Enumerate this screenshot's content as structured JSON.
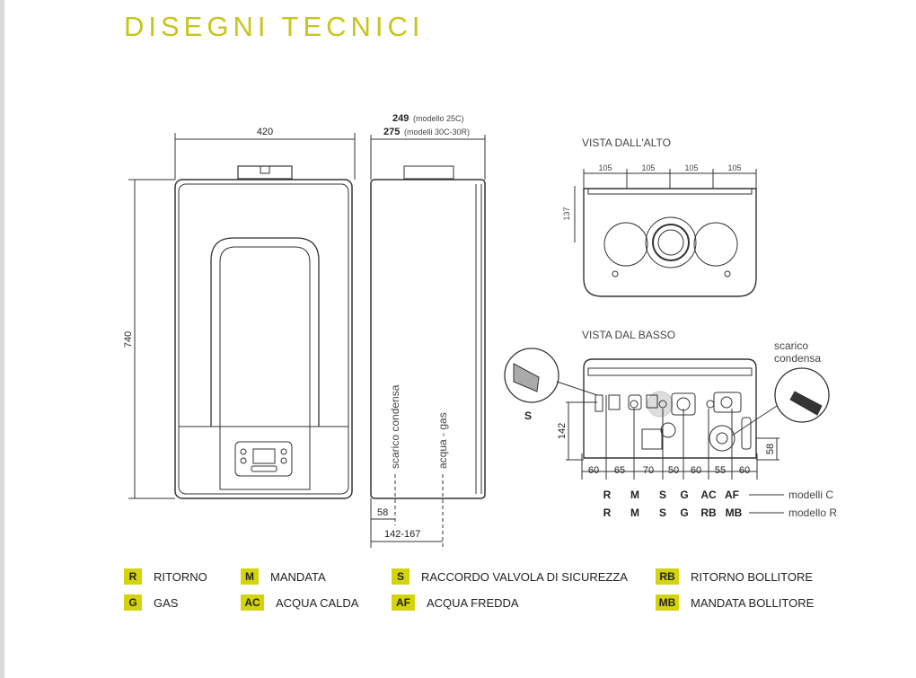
{
  "title": "DISEGNI TECNICI",
  "front_view": {
    "width": "420",
    "height": "740"
  },
  "side_view": {
    "width_25c": "249",
    "width_25c_note": "(modello 25C)",
    "width_30": "275",
    "width_30_note": "(modelli 30C-30R)",
    "label_condensa": "scarico condensa",
    "label_acqua_gas": "acqua - gas",
    "dim_58": "58",
    "dim_142_167": "142-167"
  },
  "top_view": {
    "title": "VISTA DALL'ALTO",
    "dims": [
      "105",
      "105",
      "105",
      "105"
    ],
    "depth": "137"
  },
  "bottom_view": {
    "title": "VISTA DAL BASSO",
    "dims": [
      "60",
      "65",
      "70",
      "50",
      "60",
      "55",
      "60"
    ],
    "height": "142",
    "height_right": "58",
    "detail_s": "S",
    "scarico_1": "scarico",
    "scarico_2": "condensa",
    "row_c": [
      "R",
      "M",
      "S",
      "G",
      "AC",
      "AF"
    ],
    "row_c_label": "modelli C",
    "row_r": [
      "R",
      "M",
      "S",
      "G",
      "RB",
      "MB"
    ],
    "row_r_label": "modello R"
  },
  "legend": [
    {
      "code": "R",
      "text": "RITORNO"
    },
    {
      "code": "M",
      "text": "MANDATA"
    },
    {
      "code": "S",
      "text": "RACCORDO VALVOLA DI SICUREZZA"
    },
    {
      "code": "RB",
      "text": "RITORNO BOLLITORE"
    },
    {
      "code": "G",
      "text": "GAS"
    },
    {
      "code": "AC",
      "text": "ACQUA CALDA"
    },
    {
      "code": "AF",
      "text": "ACQUA FREDDA"
    },
    {
      "code": "MB",
      "text": "MANDATA BOLLITORE"
    }
  ],
  "colors": {
    "accent": "#d4d40c",
    "title": "#c6c61c"
  }
}
